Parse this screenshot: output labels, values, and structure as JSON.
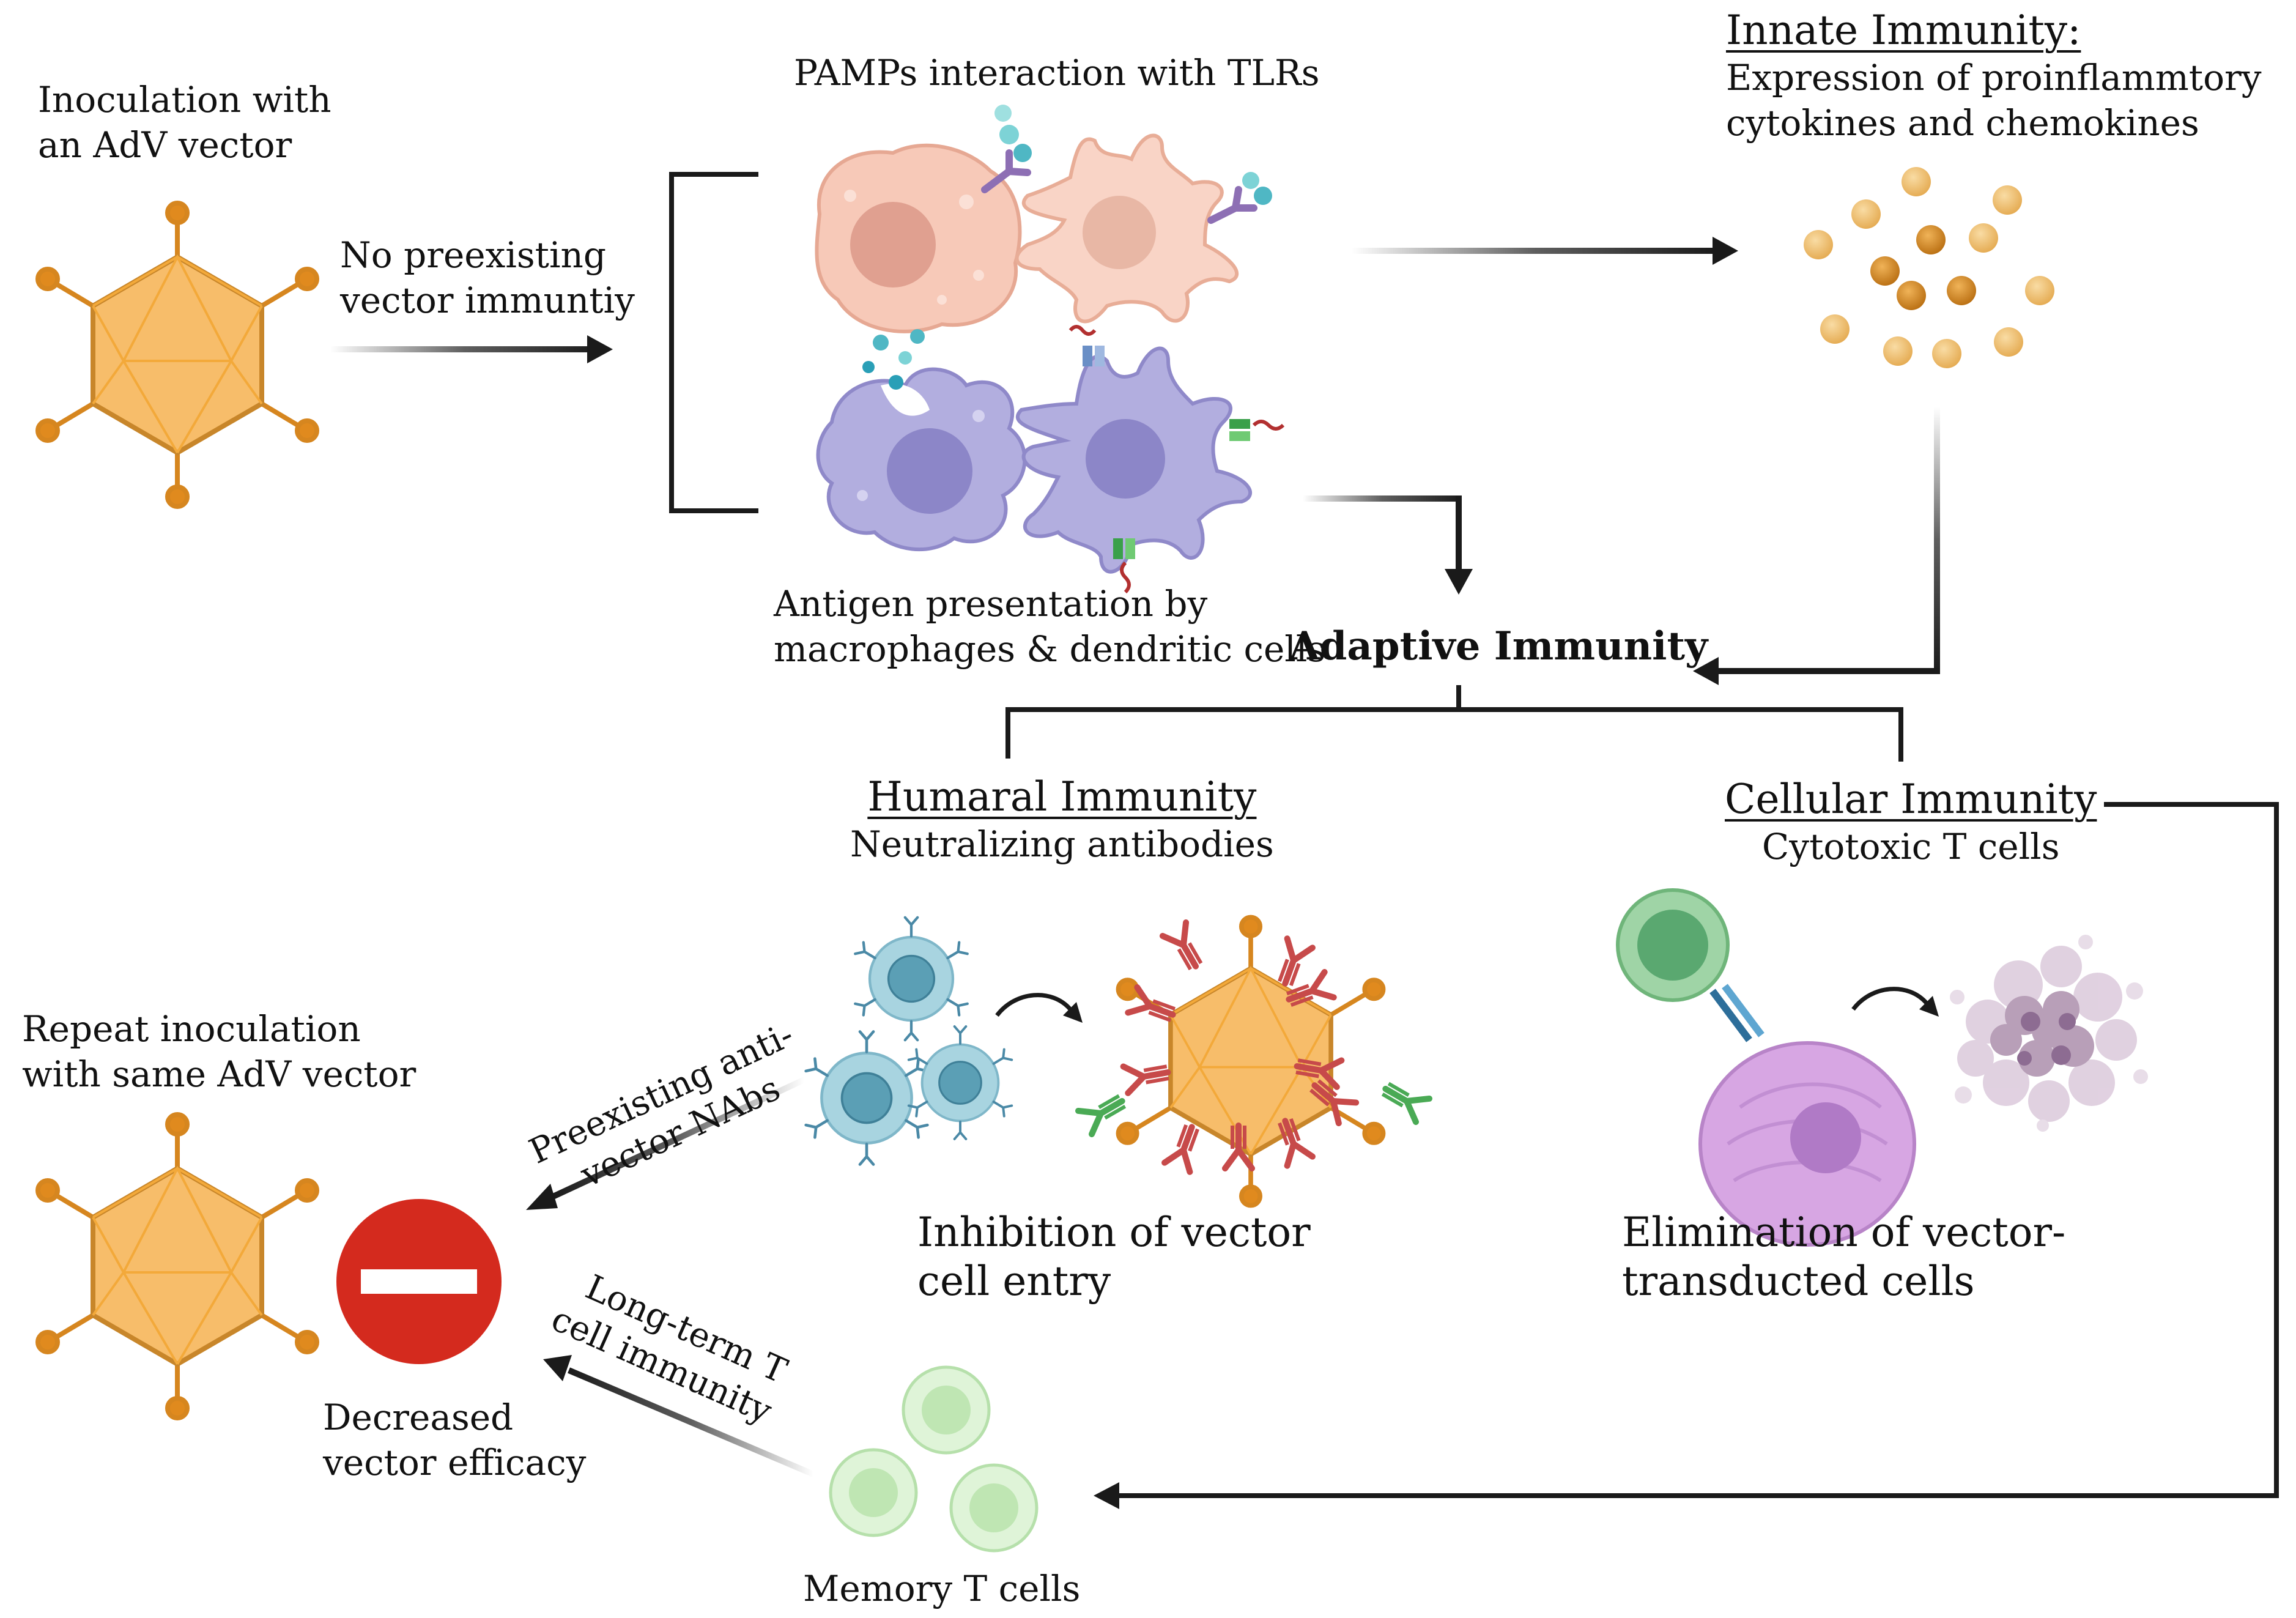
{
  "labels": {
    "inoculation_line1": "Inoculation with",
    "inoculation_line2": "an AdV vector",
    "no_preexisting_line1": "No preexisting",
    "no_preexisting_line2": "vector immuntiy",
    "pamps": "PAMPs interaction with TLRs",
    "innate_title": "Innate Immunity:",
    "innate_line1": "Expression of proinflammtory",
    "innate_line2": "cytokines and chemokines",
    "antigen_line1": "Antigen presentation by",
    "antigen_line2": "macrophages & dendritic cells",
    "adaptive": "Adaptive Immunity",
    "humoral_title": "Humaral Immunity",
    "humoral_sub": "Neutralizing antibodies",
    "cellular_title": "Cellular Immunity",
    "cellular_sub": "Cytotoxic T cells",
    "repeat_line1": "Repeat inoculation",
    "repeat_line2": "with same AdV vector",
    "preexisting_line1": "Preexisting anti-",
    "preexisting_line2": "vector NAbs",
    "inhibition_line1": "Inhibition of vector",
    "inhibition_line2": "cell entry",
    "elimination_line1": "Elimination of vector-",
    "elimination_line2": "transducted cells",
    "longterm_line1": "Long-term T",
    "longterm_line2": "cell immunity",
    "decreased_line1": "Decreased",
    "decreased_line2": "vector efficacy",
    "memory": "Memory T cells"
  },
  "icons": {
    "virus": "adenovirus-icon",
    "macrophage": "macrophage-icon",
    "dendritic": "dendritic-cell-icon",
    "cytokine": "cytokine-icon",
    "bcell": "b-cell-icon",
    "antibody": "antibody-icon",
    "tcell": "t-cell-icon",
    "infected_cell": "transduced-cell-icon",
    "apoptotic": "apoptotic-cell-icon",
    "no_entry": "no-entry-icon",
    "memory": "memory-t-cell-icon"
  },
  "colors": {
    "virus_fill": "#f7bd6a",
    "virus_stroke": "#c8862a",
    "virus_spike": "#e08a1e",
    "cytokine_light": "#efc07a",
    "cytokine_dark": "#d4891e",
    "macrophage_pink": "#f7c9b8",
    "macrophage_nucleus": "#e0a090",
    "apc_purple": "#b2aedf",
    "apc_nucleus": "#8c86c8",
    "bcell_fill": "#a8d4e0",
    "bcell_nucleus": "#5b9fb5",
    "antibody_red": "#c74a4a",
    "antibody_green": "#4aaa55",
    "tcell_green": "#9fd4a6",
    "tcell_nucleus": "#5aa870",
    "infected_purple": "#d7a6e3",
    "infected_nucleus": "#b07ac6",
    "apoptotic": "#b89fb8",
    "no_entry_red": "#d42a1e",
    "memory_green": "#cdeec5",
    "arrow": "#1a1a1a"
  }
}
